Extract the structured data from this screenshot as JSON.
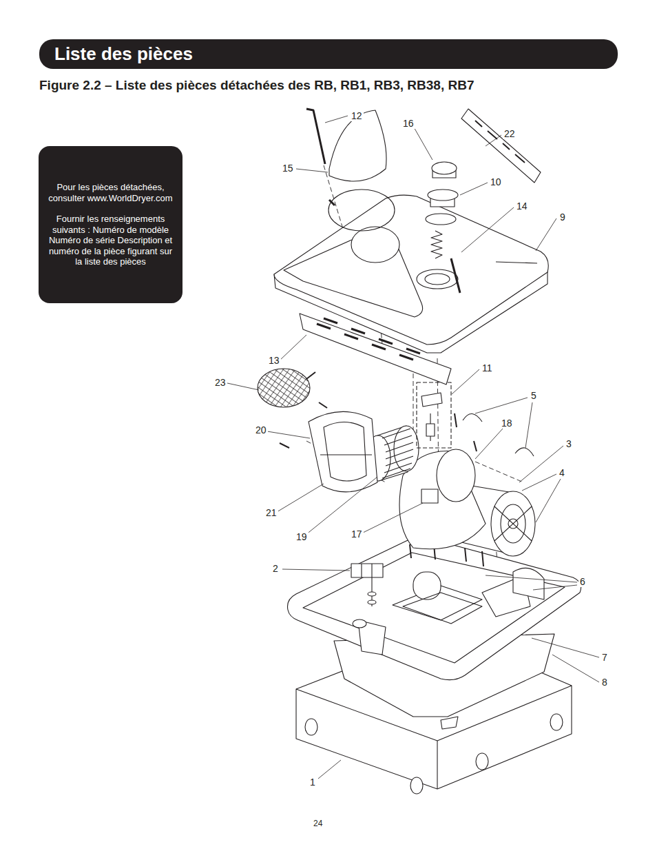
{
  "diagram": {
    "title": "Liste des pièces",
    "caption": "Figure 2.2 – Liste des pièces détachées des RB, RB1, RB3, RB38, RB7",
    "nodes": [
      {
        "text": [
          "Pour les pièces détachées, consulter www.WorldDryer.com",
          "Fournir les renseignements suivants : Numéro de modèle Numéro de série Description et numéro de la pièce figurant sur la liste des pièces"
        ]
      }
    ],
    "labels": [
      "12",
      "16",
      "22",
      "15",
      "10",
      "14",
      "9",
      "13",
      "11",
      "23",
      "5",
      "18",
      "3",
      "20",
      "4",
      "21",
      "19",
      "17",
      "2",
      "6",
      "7",
      "8",
      "1",
      "24"
    ]
  }
}
